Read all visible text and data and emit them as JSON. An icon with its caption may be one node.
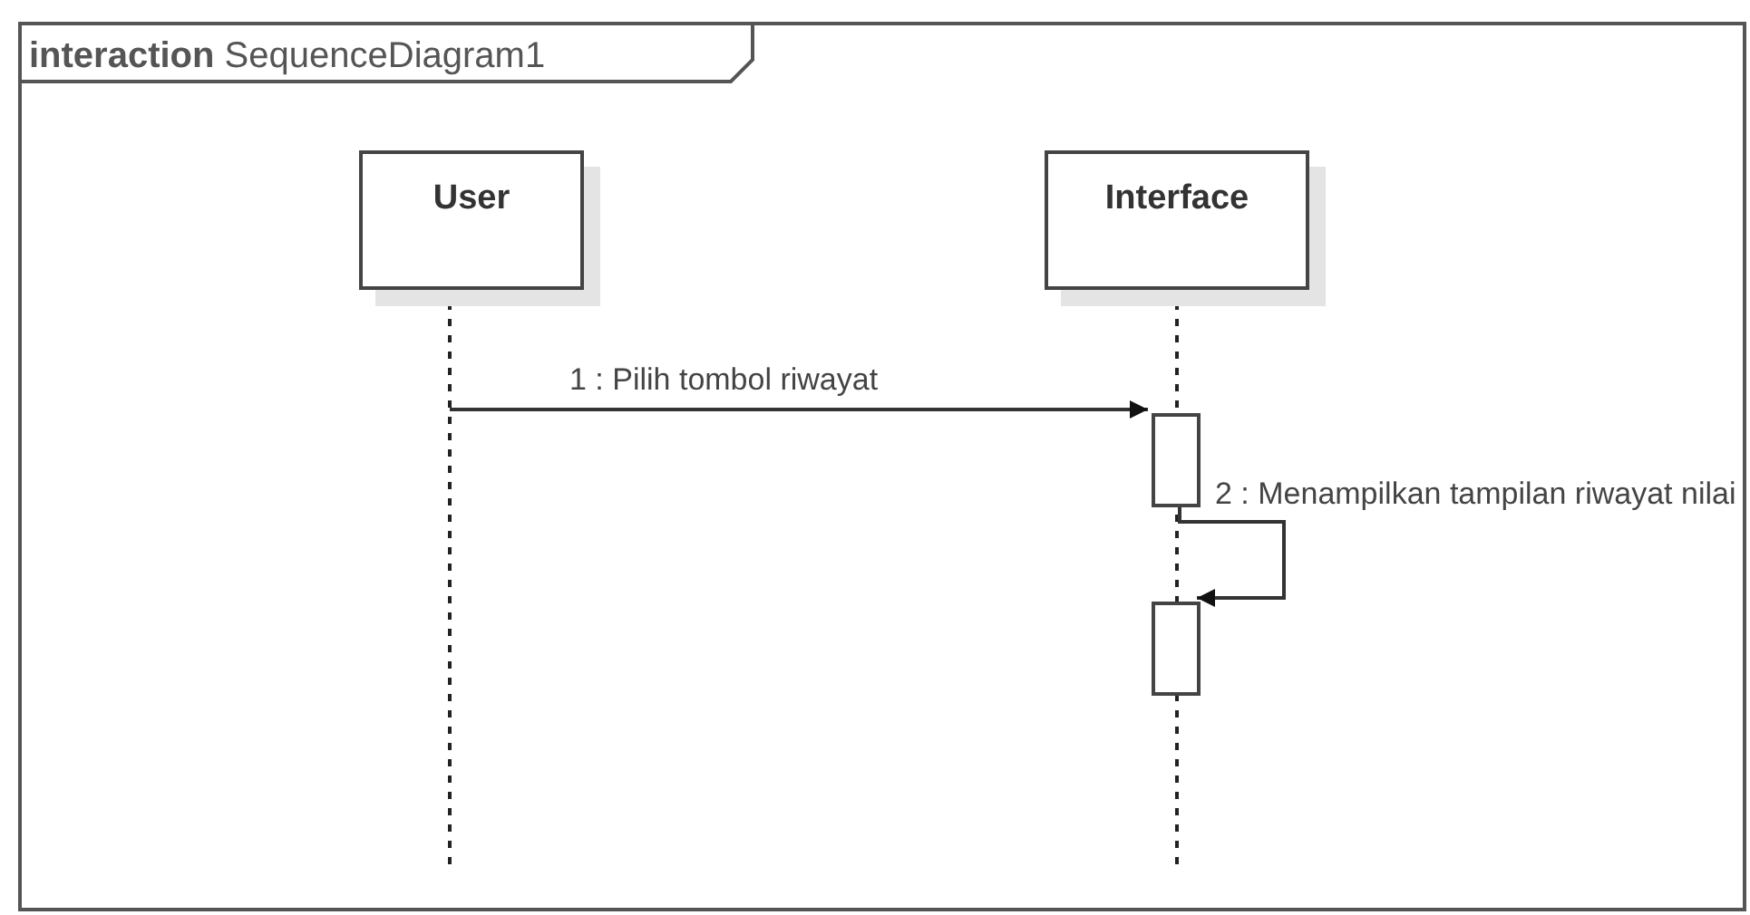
{
  "diagram": {
    "nodes": [
      {
        "text": [
          "**interaction** SequenceDiagram1"
        ]
      },
      {
        "text": [
          "User"
        ],
        "in": 0
      },
      {
        "text": [
          "Interface"
        ],
        "in": 0
      },
      {
        "text": [],
        "shape": "bar",
        "in": 0
      },
      {
        "text": [],
        "shape": "bar",
        "in": 0
      }
    ],
    "edges": [
      {
        "from": null,
        "to": 3,
        "arrow": "to",
        "label": "1 : Pilih tombol riwayat"
      },
      {
        "from": 3,
        "to": 4,
        "arrow": "to",
        "label": "2 : Menampilkan tampilan riwayat nilai"
      }
    ]
  }
}
